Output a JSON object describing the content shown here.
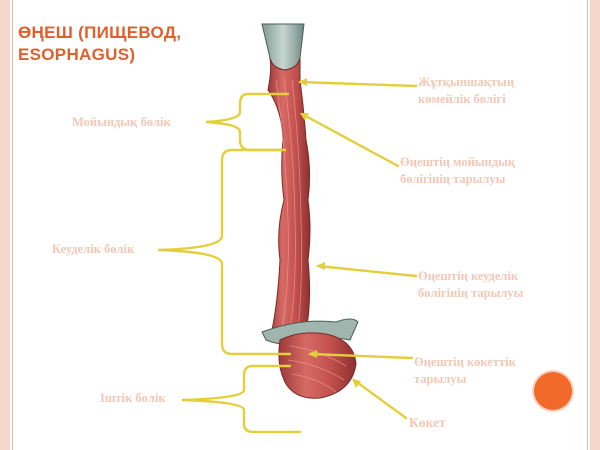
{
  "title": "ӨҢЕШ (ПИЩЕВОД, ESOPHAGUS)",
  "labels": {
    "neck_part": "Мойындық бөлік",
    "chest_part": "Кеуделік бөлік",
    "abdominal_part": "Іштік бөлік",
    "pharynx_part": "Жұтқыншақтың көмейлік бөлігі",
    "neck_narrowing": "Өңештің мойындық бөлігінің тарылуы",
    "chest_narrowing": "Өңештің кеуделік бөлігінің тарылуы",
    "diaphragm_narrowing": "Өңештің көкеттік тарылуы",
    "diaphragm": "Көкет"
  },
  "colors": {
    "title": "#e0602c",
    "label": "#f2c7b5",
    "bracket": "#e3cf3c",
    "muscle": "#c45653",
    "accent_dot": "#f26a2a"
  }
}
